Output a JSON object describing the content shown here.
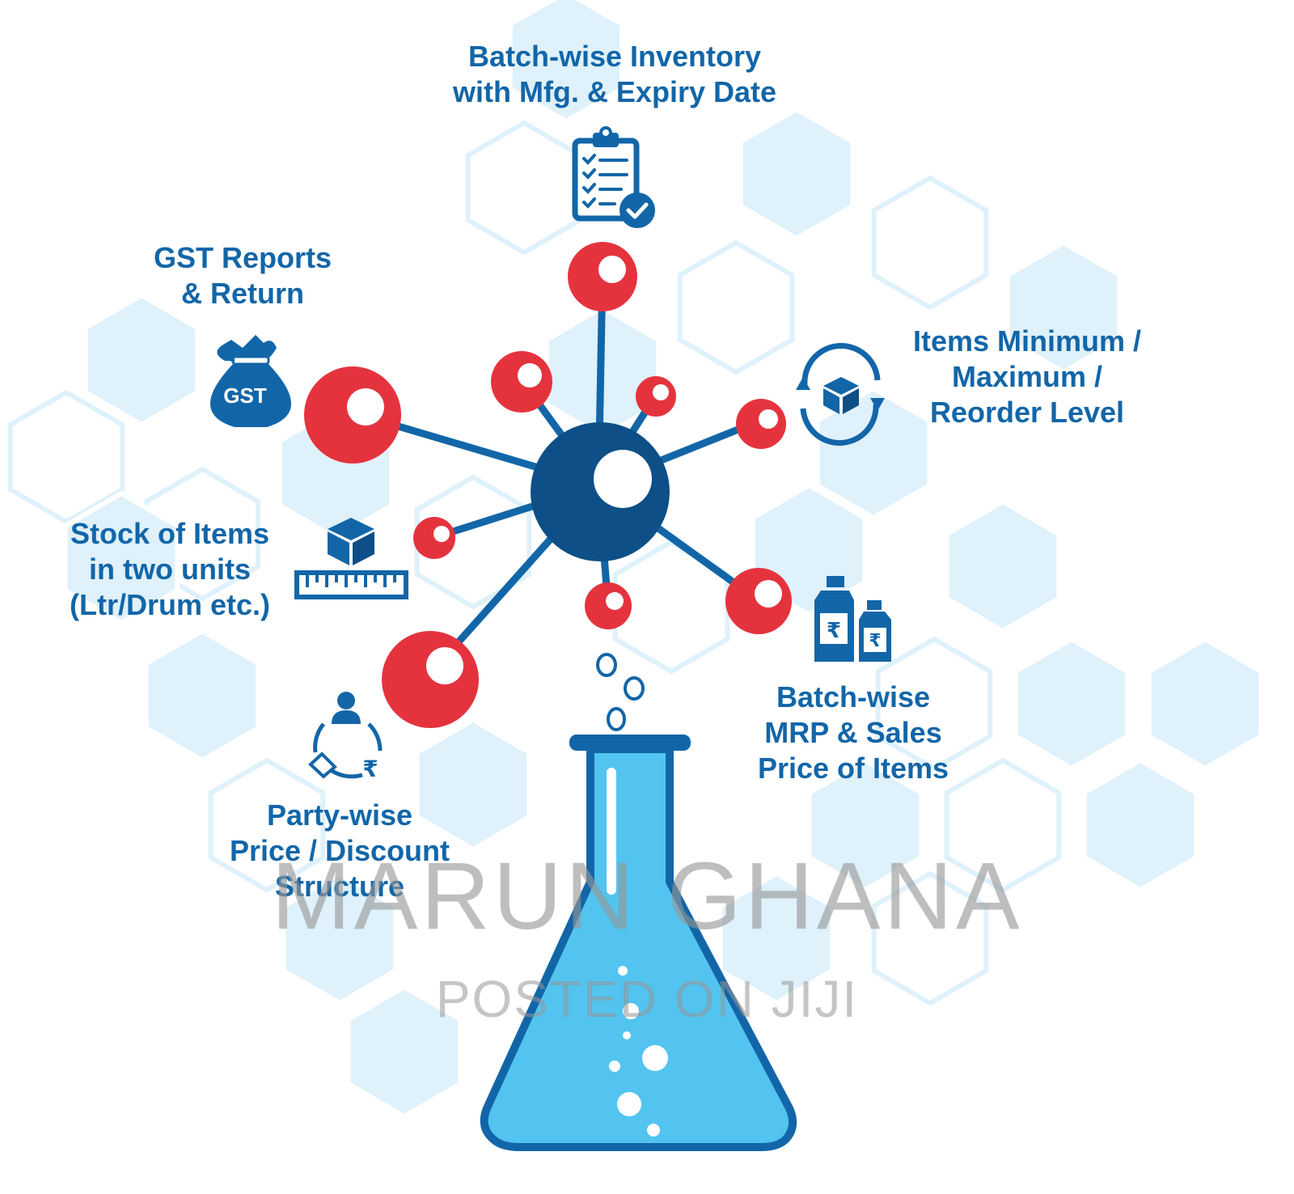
{
  "colors": {
    "primary_blue": "#1266a8",
    "dark_blue": "#0d4f86",
    "red": "#e5333e",
    "hex_fill": "#dff1fb",
    "flask_liquid": "#52c4ef",
    "watermark": "#969696"
  },
  "features": [
    {
      "id": "batch-inventory",
      "lines": [
        "Batch-wise Inventory",
        "with Mfg. & Expiry Date"
      ],
      "icon": "clipboard-check-icon"
    },
    {
      "id": "gst-reports",
      "lines": [
        "GST Reports",
        "& Return"
      ],
      "icon": "gst-money-bag-icon",
      "icon_text": "GST"
    },
    {
      "id": "reorder-level",
      "lines": [
        "Items Minimum /",
        "Maximum /",
        "Reorder Level"
      ],
      "icon": "box-cycle-icon"
    },
    {
      "id": "stock-units",
      "lines": [
        "Stock of Items",
        "in two units",
        "(Ltr/Drum etc.)"
      ],
      "icon": "box-ruler-icon"
    },
    {
      "id": "batch-mrp",
      "lines": [
        "Batch-wise",
        "MRP & Sales",
        "Price of Items"
      ],
      "icon": "price-bottles-icon",
      "icon_text": "₹"
    },
    {
      "id": "party-price",
      "lines": [
        "Party-wise",
        "Price / Discount",
        "Structure"
      ],
      "icon": "party-discount-icon",
      "icon_text": "₹"
    }
  ],
  "watermark": {
    "main": "MARUN GHANA",
    "sub": "POSTED ON JIJI"
  }
}
